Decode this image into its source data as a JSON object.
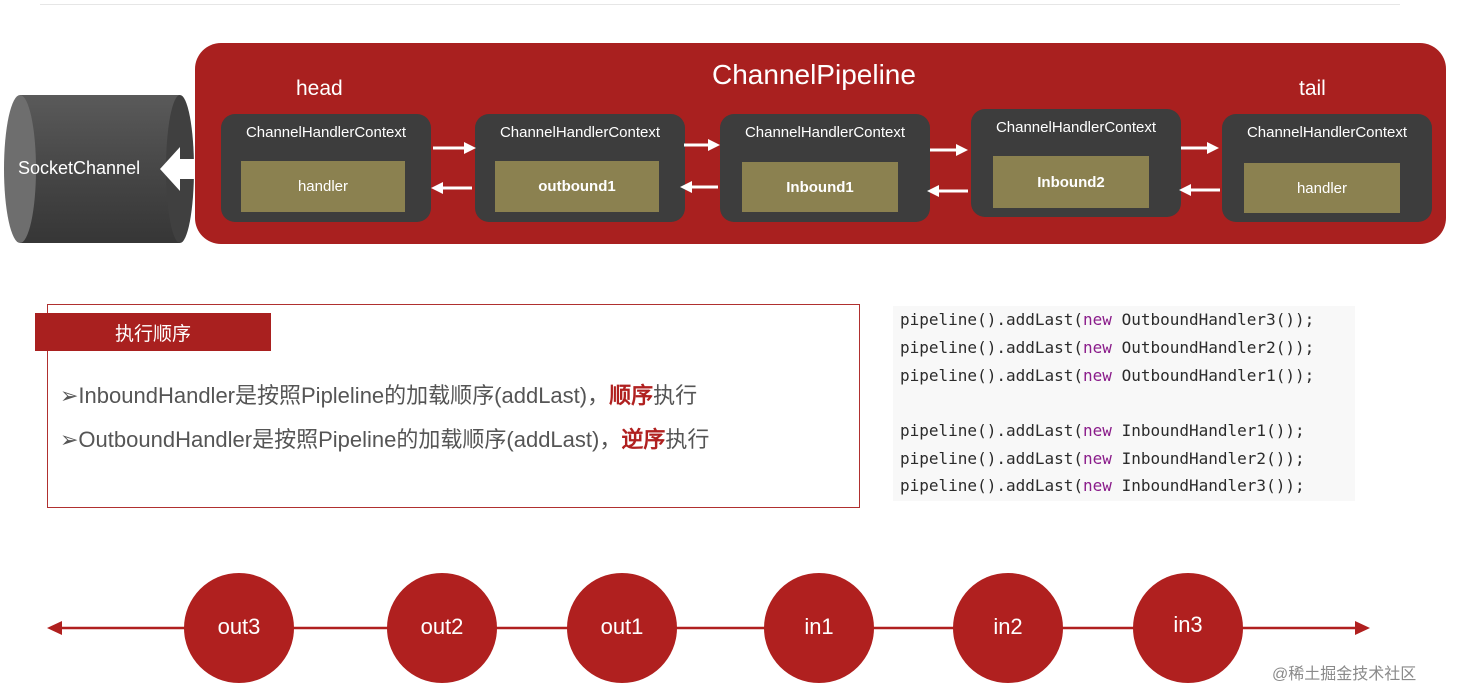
{
  "socket_channel": {
    "label": "SocketChannel"
  },
  "pipeline": {
    "title": "ChannelPipeline",
    "head_label": "head",
    "tail_label": "tail",
    "contexts": [
      {
        "label": "ChannelHandlerContext",
        "handler": "handler"
      },
      {
        "label": "ChannelHandlerContext",
        "handler": "outbound1"
      },
      {
        "label": "ChannelHandlerContext",
        "handler": "Inbound1"
      },
      {
        "label": "ChannelHandlerContext",
        "handler": "Inbound2"
      },
      {
        "label": "ChannelHandlerContext",
        "handler": "handler"
      }
    ]
  },
  "execution_order": {
    "title": "执行顺序",
    "rules": [
      {
        "prefix": "➢InboundHandler是按照Pipleline的加载顺序(addLast)，",
        "highlight": "顺序",
        "suffix": "执行"
      },
      {
        "prefix": "➢OutboundHandler是按照Pipeline的加载顺序(addLast)，",
        "highlight": "逆序",
        "suffix": "执行"
      }
    ]
  },
  "code": {
    "lines": [
      {
        "pre": "pipeline().addLast(",
        "kw": "new",
        "post": " OutboundHandler3());"
      },
      {
        "pre": "pipeline().addLast(",
        "kw": "new",
        "post": " OutboundHandler2());"
      },
      {
        "pre": "pipeline().addLast(",
        "kw": "new",
        "post": " OutboundHandler1());"
      },
      {
        "pre": "pipeline().addLast(",
        "kw": "new",
        "post": " InboundHandler1());"
      },
      {
        "pre": "pipeline().addLast(",
        "kw": "new",
        "post": " InboundHandler2());"
      },
      {
        "pre": "pipeline().addLast(",
        "kw": "new",
        "post": " InboundHandler3());"
      }
    ]
  },
  "timeline": {
    "nodes": [
      "out3",
      "out2",
      "out1",
      "in1",
      "in2",
      "in3"
    ]
  },
  "footer": {
    "text": "@稀土掘金技术社区"
  },
  "colors": {
    "accent": "#a9201f",
    "context": "#3d3d3d",
    "handler": "#8b8150"
  }
}
